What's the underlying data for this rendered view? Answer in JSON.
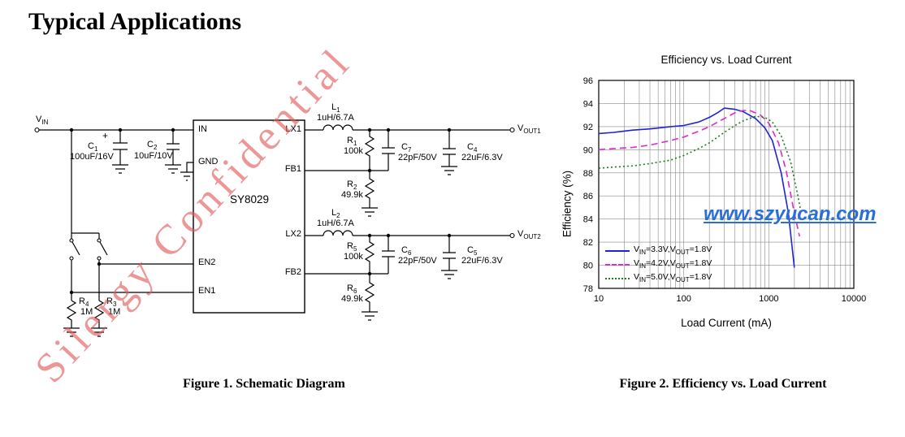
{
  "page": {
    "title": "Typical Applications"
  },
  "watermarks": {
    "diagonal": "Silergy Confidential",
    "diagonal_color": "rgba(225,85,85,0.62)",
    "url": "www.szyucan.com",
    "url_color": "#2a6fd8"
  },
  "figure1": {
    "caption": "Figure 1. Schematic Diagram",
    "ic": "SY8029",
    "plus": "+",
    "pins": {
      "in": "IN",
      "gnd": "GND",
      "en2": "EN2",
      "en1": "EN1",
      "lx1": "LX1",
      "fb1": "FB1",
      "lx2": "LX2",
      "fb2": "FB2"
    },
    "nets": {
      "vin": "V_{IN}",
      "vout1": "V_{OUT1}",
      "vout2": "V_{OUT2}"
    },
    "components": {
      "c1": {
        "ref": "C_{1}",
        "val": "100uF/16V"
      },
      "c2": {
        "ref": "C_{2}",
        "val": "10uF/10V"
      },
      "l1": {
        "ref": "L_{1}",
        "val": "1uH/6.7A"
      },
      "l2": {
        "ref": "L_{2}",
        "val": "1uH/6.7A"
      },
      "r1": {
        "ref": "R_{1}",
        "val": "100k"
      },
      "r2": {
        "ref": "R_{2}",
        "val": "49.9k"
      },
      "r5": {
        "ref": "R_{5}",
        "val": "100k"
      },
      "r6": {
        "ref": "R_{6}",
        "val": "49.9k"
      },
      "r4": {
        "ref": "R_{4}",
        "val": "1M"
      },
      "r3": {
        "ref": "R_{3}",
        "val": "1M"
      },
      "c7": {
        "ref": "C_{7}",
        "val": "22pF/50V"
      },
      "c4": {
        "ref": "C_{4}",
        "val": "22uF/6.3V"
      },
      "c6": {
        "ref": "C_{6}",
        "val": "22pF/50V"
      },
      "c5": {
        "ref": "C_{5}",
        "val": "22uF/6.3V"
      }
    }
  },
  "figure2": {
    "caption": "Figure 2. Efficiency vs. Load Current"
  },
  "chart_data": {
    "type": "line",
    "title": "Efficiency vs. Load Current",
    "xlabel": "Load Current (mA)",
    "ylabel": "Efficiency (%)",
    "x_scale": "log",
    "xlim": [
      10,
      10000
    ],
    "ylim": [
      78,
      96
    ],
    "x_ticks": [
      10,
      100,
      1000,
      10000
    ],
    "y_ticks": [
      78,
      80,
      82,
      84,
      86,
      88,
      90,
      92,
      94,
      96
    ],
    "grid": true,
    "legend_position": "center-left",
    "series": [
      {
        "name": "V_{IN}=3.3V,V_{OUT}=1.8V",
        "color": "#2024d0",
        "style": "solid",
        "x": [
          10,
          15,
          25,
          40,
          70,
          100,
          150,
          200,
          250,
          300,
          400,
          500,
          700,
          900,
          1100,
          1400,
          1700,
          2000
        ],
        "y": [
          91.4,
          91.5,
          91.7,
          91.8,
          92.0,
          92.1,
          92.4,
          92.8,
          93.2,
          93.6,
          93.5,
          93.3,
          92.7,
          91.9,
          90.8,
          88.0,
          84.5,
          79.8
        ]
      },
      {
        "name": "V_{IN}=4.2V,V_{OUT}=1.8V",
        "color": "#e028c8",
        "style": "dashed",
        "x": [
          10,
          15,
          25,
          40,
          70,
          100,
          150,
          200,
          300,
          400,
          500,
          600,
          800,
          1000,
          1300,
          1600,
          2000,
          2300
        ],
        "y": [
          90.0,
          90.1,
          90.2,
          90.4,
          90.8,
          91.1,
          91.6,
          92.0,
          92.7,
          93.2,
          93.4,
          93.4,
          93.0,
          92.3,
          90.6,
          88.2,
          84.5,
          82.5
        ]
      },
      {
        "name": "V_{IN}=5.0V,V_{OUT}=1.8V",
        "color": "#1f7a1f",
        "style": "dotted",
        "x": [
          10,
          15,
          25,
          40,
          70,
          100,
          150,
          200,
          300,
          400,
          500,
          700,
          900,
          1100,
          1400,
          1800,
          2200,
          2400
        ],
        "y": [
          88.4,
          88.5,
          88.6,
          88.8,
          89.1,
          89.5,
          90.1,
          90.6,
          91.5,
          92.1,
          92.5,
          92.9,
          92.8,
          92.4,
          91.2,
          89.0,
          86.0,
          84.5
        ]
      }
    ]
  }
}
